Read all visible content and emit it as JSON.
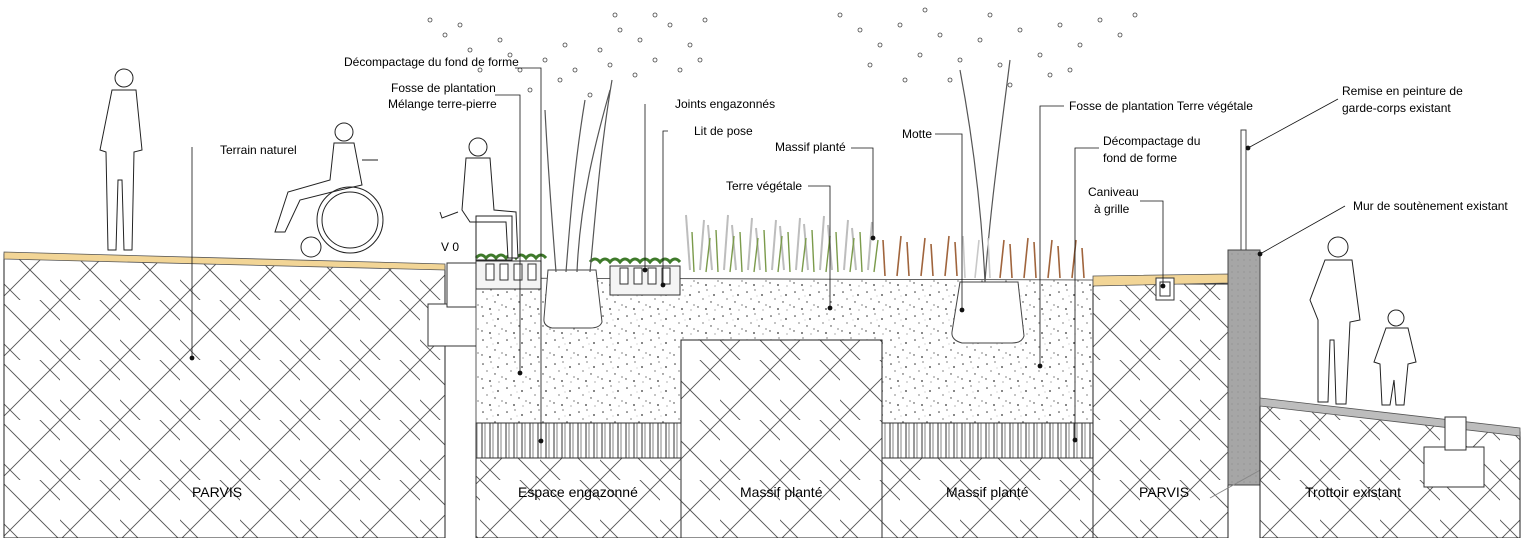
{
  "annotations": {
    "decompactage_fond_forme_top": "Décompactage du fond de forme",
    "fosse_plantation_line1": "Fosse de plantation",
    "fosse_plantation_line2": "Mélange terre-pierre",
    "joints_engazonnes": "Joints engazonnés",
    "lit_de_pose": "Lit de pose",
    "massif_plante": "Massif planté",
    "terre_vegetale": "Terre végétale",
    "terrain_naturel": "Terrain naturel",
    "v0": "V 0",
    "motte": "Motte",
    "fosse_terre_vegetale": "Fosse de plantation Terre végétale",
    "decompactage_line1": "Décompactage du",
    "decompactage_line2": "fond de forme",
    "caniveau_line1": "Caniveau",
    "caniveau_line2": "à grille",
    "remise_line1": "Remise en peinture de",
    "remise_line2": "garde-corps existant",
    "mur_soutenement": "Mur de soutènement existant"
  },
  "zones": {
    "parvis_left": "PARVIS",
    "espace_engazonne": "Espace engazonné",
    "massif_plante_1": "Massif planté",
    "massif_plante_2": "Massif planté",
    "parvis_right": "PARVIS",
    "trottoir_existant": "Trottoir existant"
  },
  "colors": {
    "ground_line": "#e8c98a",
    "hatch": "#444444",
    "grass_green": "#5a8a3a",
    "grass_gray": "#b8b8b8",
    "grass_brown": "#a0643c",
    "wall": "#9e9e9e"
  }
}
